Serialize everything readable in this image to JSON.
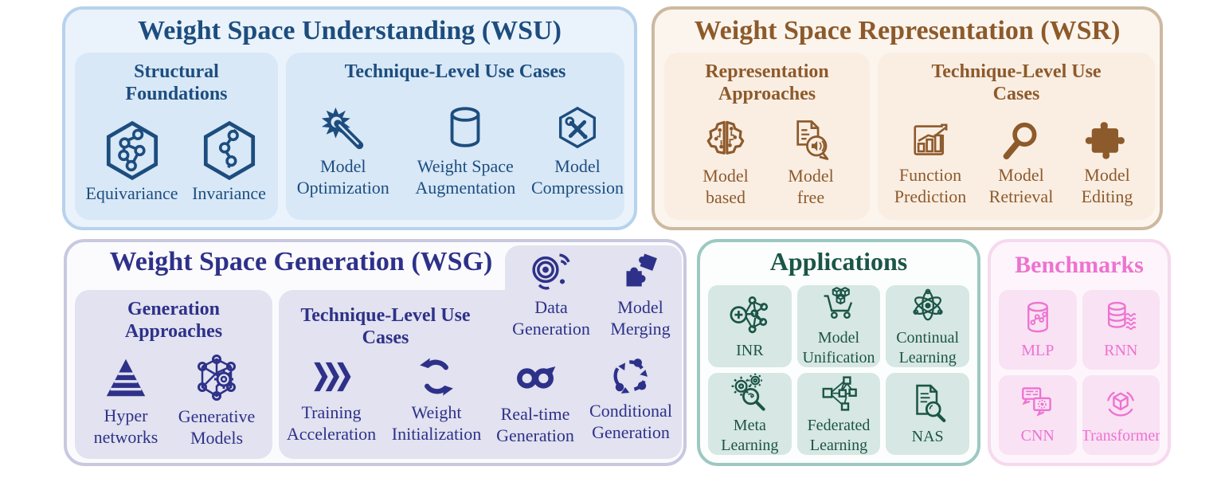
{
  "palette": {
    "wsu": {
      "accent": "#1d4d7e",
      "fill": "#eaf3fb",
      "border": "#b7d2ec",
      "subfill": "#d8e8f7"
    },
    "wsr": {
      "accent": "#8d5a2b",
      "fill": "#fcf5ee",
      "border": "#cdb9a0",
      "subfill": "#faeee3"
    },
    "wsg": {
      "accent": "#2e3189",
      "fill": "#fbfbfe",
      "border": "#c8c8e0",
      "subfill": "#e2e2f0"
    },
    "applications": {
      "accent": "#1b5547",
      "fill": "#fcfefd",
      "border": "#9cc8c1",
      "subfill": "#d7e7e3"
    },
    "benchmarks": {
      "accent": "#ee72d0",
      "fill": "#fdf5fb",
      "border": "#f6d9ef",
      "subfill": "#f8e2f4"
    }
  },
  "wsu": {
    "title": "Weight Space Understanding (WSU)",
    "sub1": {
      "title": "Structural Foundations",
      "items": [
        {
          "label": "Equivariance",
          "icon": "equivariance-icon"
        },
        {
          "label": "Invariance",
          "icon": "invariance-icon"
        }
      ]
    },
    "sub2": {
      "title": "Technique-Level Use Cases",
      "items": [
        {
          "label": "Model Optimization",
          "icon": "magic-wand-icon"
        },
        {
          "label": "Weight Space Augmentation",
          "icon": "database-cylinder-icon"
        },
        {
          "label": "Model Compression",
          "icon": "tools-hexagon-icon"
        }
      ]
    }
  },
  "wsr": {
    "title": "Weight Space Representation (WSR)",
    "sub1": {
      "title": "Representation Approaches",
      "items": [
        {
          "label": "Model based",
          "icon": "brain-circuit-icon"
        },
        {
          "label": "Model free",
          "icon": "document-speech-icon"
        }
      ]
    },
    "sub2": {
      "title": "Technique-Level Use Cases",
      "items": [
        {
          "label": "Function Prediction",
          "icon": "chart-arrow-icon"
        },
        {
          "label": "Model Retrieval",
          "icon": "magnifier-icon"
        },
        {
          "label": "Model Editing",
          "icon": "puzzle-piece-icon"
        }
      ]
    }
  },
  "wsg": {
    "title": "Weight Space Generation (WSG)",
    "sub1": {
      "title": "Generation Approaches",
      "items": [
        {
          "label": "Hyper networks",
          "icon": "pyramid-icon"
        },
        {
          "label": "Generative Models",
          "icon": "network-gear-icon"
        }
      ]
    },
    "sub2": {
      "title": "Technique-Level Use Cases",
      "top_items": [
        {
          "label": "Data Generation",
          "icon": "data-generation-icon"
        },
        {
          "label": "Model Merging",
          "icon": "model-merging-icon"
        }
      ],
      "items": [
        {
          "label": "Training Acceleration",
          "icon": "triple-chevron-icon"
        },
        {
          "label": "Weight Initialization",
          "icon": "refresh-arrows-icon"
        },
        {
          "label": "Real-time Generation",
          "icon": "infinity-icon"
        },
        {
          "label": "Conditional Generation",
          "icon": "cycle-dots-icon"
        }
      ]
    }
  },
  "applications": {
    "title": "Applications",
    "items": [
      {
        "label": "INR",
        "icon": "plus-network-icon"
      },
      {
        "label": "Model Unification",
        "icon": "cart-cubes-icon"
      },
      {
        "label": "Continual Learning",
        "icon": "atom-icon"
      },
      {
        "label": "Meta Learning",
        "icon": "gears-magnifier-icon"
      },
      {
        "label": "Federated Learning",
        "icon": "federated-network-icon"
      },
      {
        "label": "NAS",
        "icon": "document-magnifier-icon"
      }
    ]
  },
  "benchmarks": {
    "title": "Benchmarks",
    "items": [
      {
        "label": "MLP",
        "icon": "cylinder-scatter-icon"
      },
      {
        "label": "RNN",
        "icon": "cylinder-waves-icon"
      },
      {
        "label": "CNN",
        "icon": "chat-pattern-icon"
      },
      {
        "label": "Transformer",
        "icon": "cube-arcs-icon"
      }
    ]
  }
}
